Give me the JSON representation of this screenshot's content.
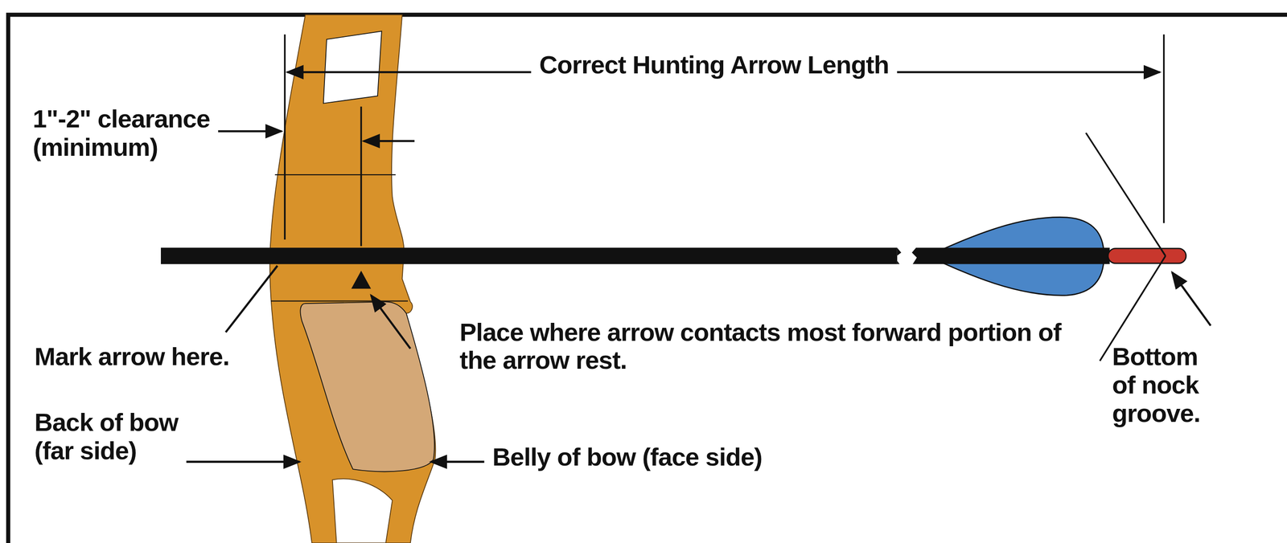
{
  "diagram": {
    "labels": [
      "Correct Hunting Arrow Length",
      "1\"-2\" clearance (minimum)",
      "Mark arrow here.",
      "Back of bow (far side)",
      "Place where arrow contacts most forward portion of the arrow rest.",
      "Belly of bow (face side)",
      "Bottom of nock groove."
    ]
  }
}
